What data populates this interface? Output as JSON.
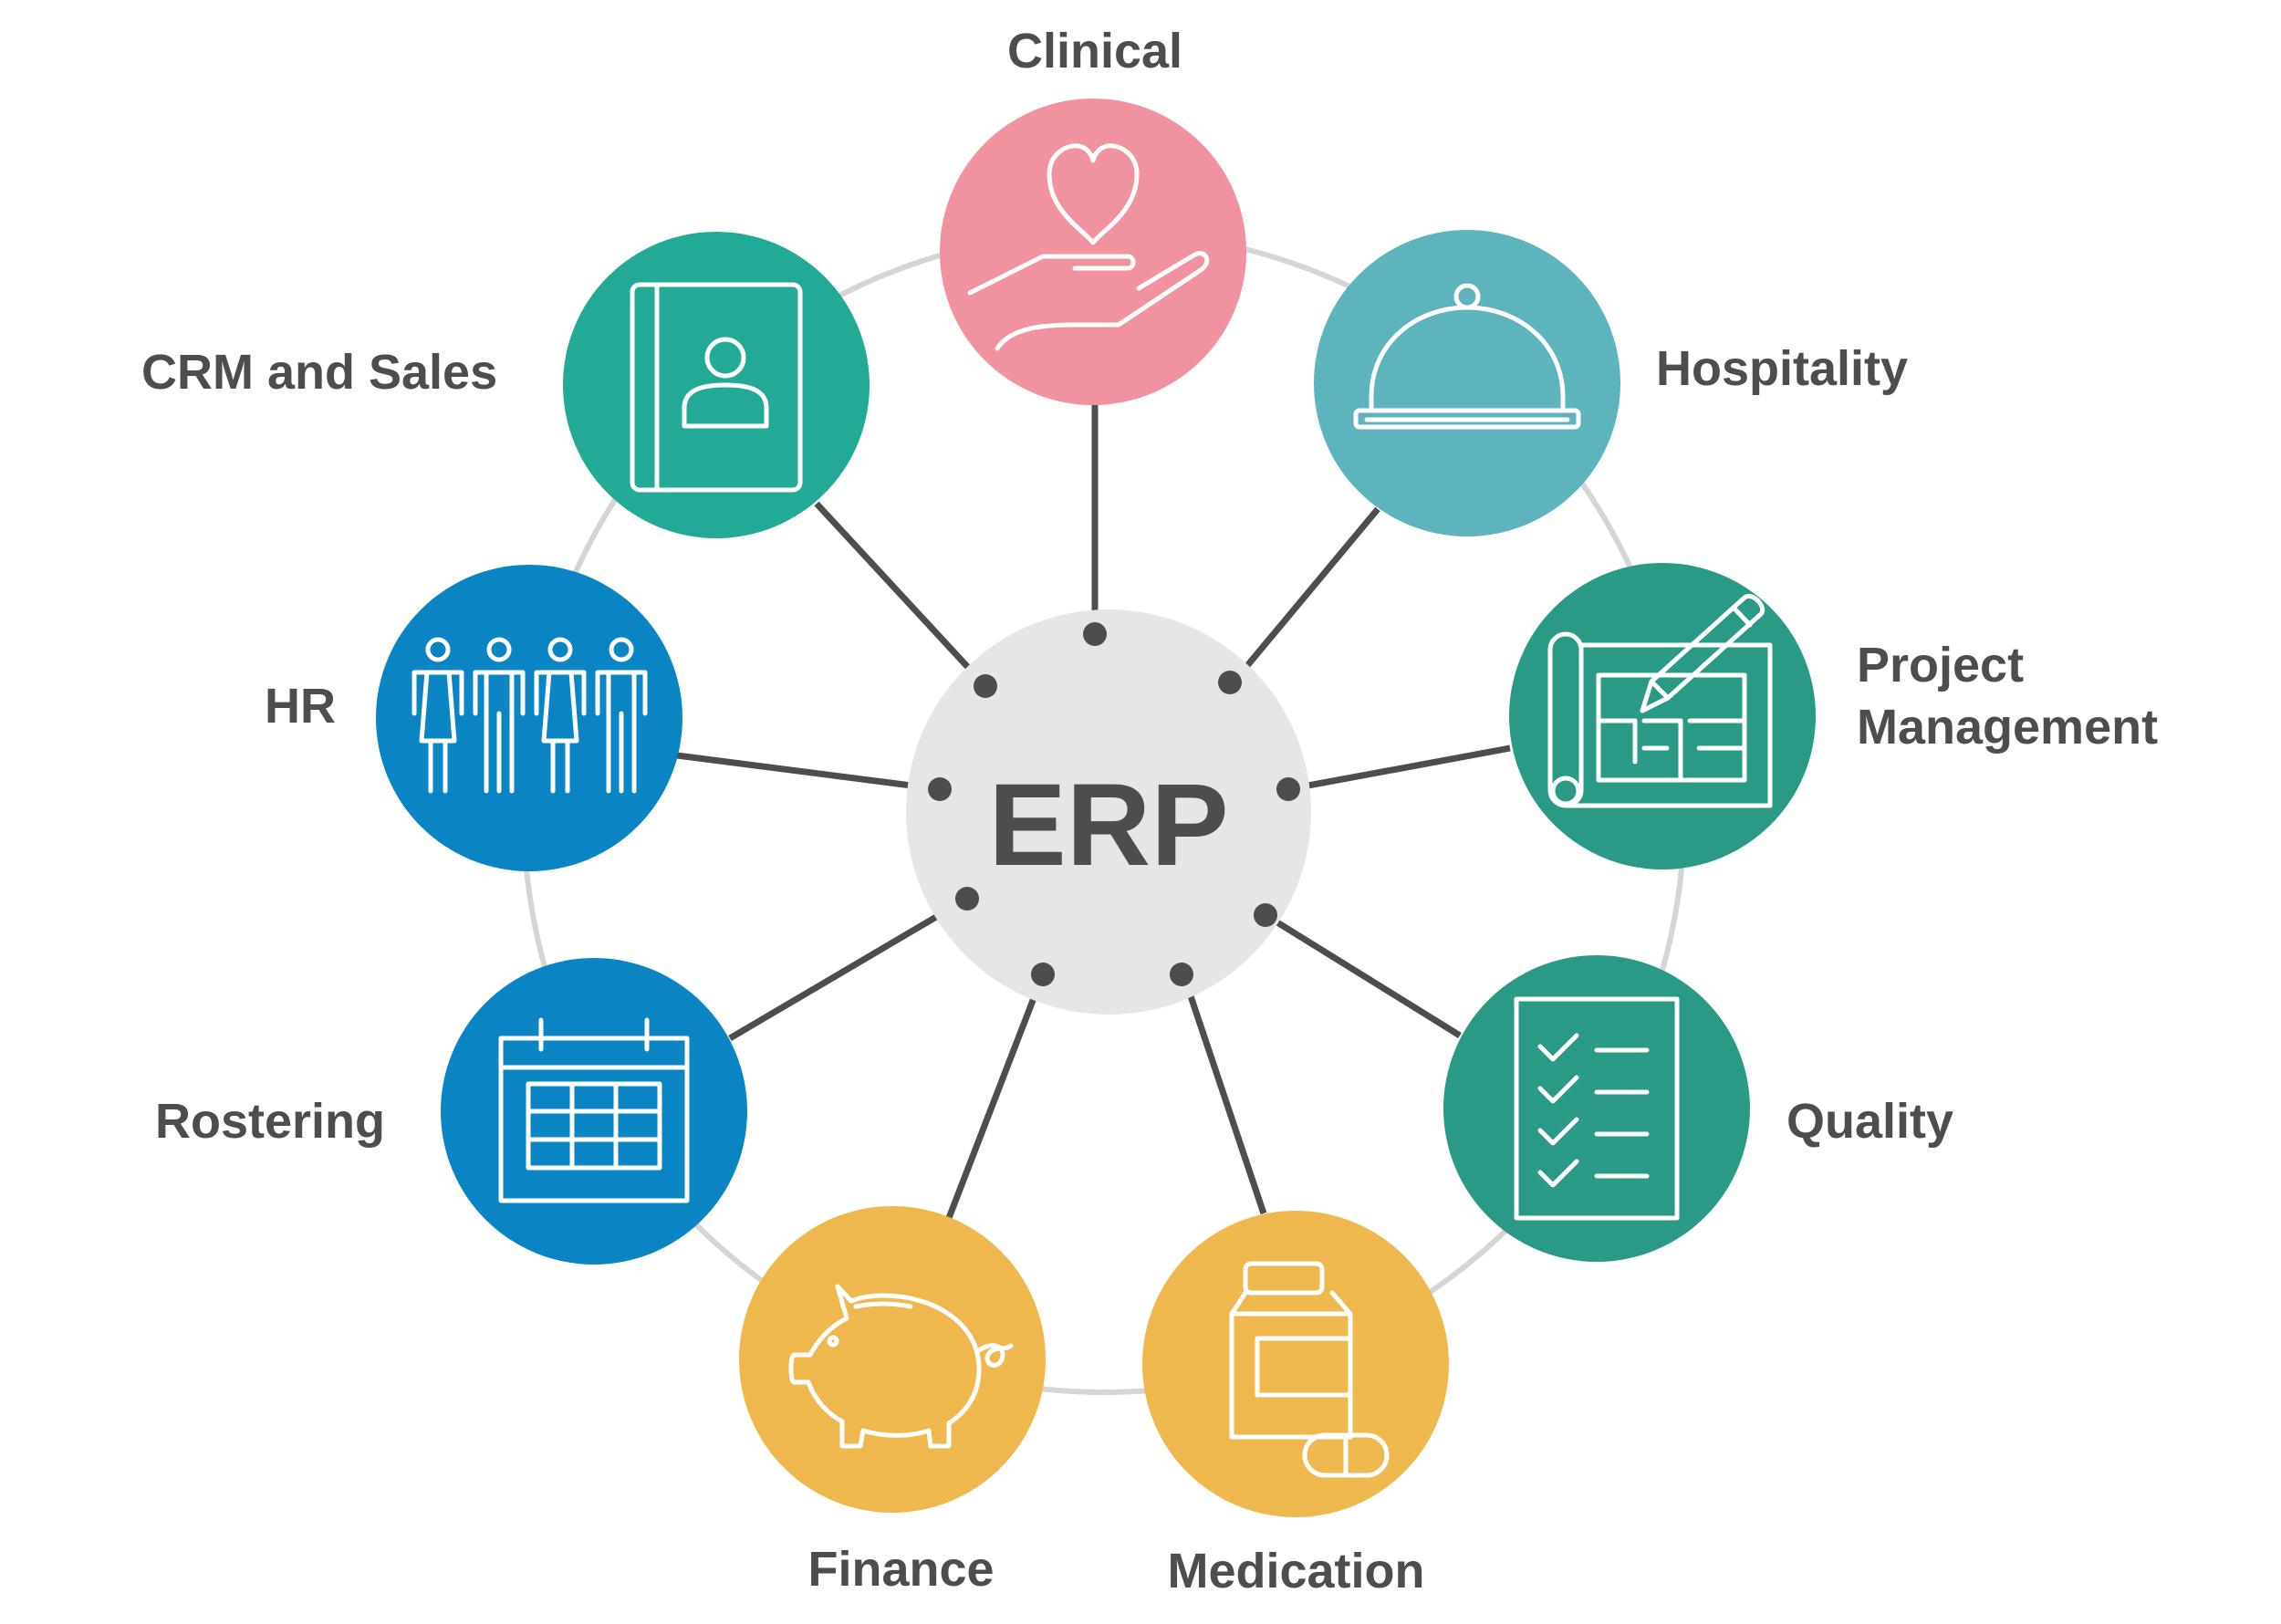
{
  "center": {
    "label": "ERP",
    "color": "#e6e6e6"
  },
  "colors": {
    "ring": "#d5d5d5",
    "connector": "#4d4d4d",
    "icon_stroke": "#ffffff"
  },
  "modules": [
    {
      "id": "clinical",
      "label": "Clinical",
      "color": "#f0929f",
      "icon": "heart-in-hand-icon"
    },
    {
      "id": "hospitality",
      "label": "Hospitality",
      "color": "#5db4bd",
      "icon": "cloche-icon"
    },
    {
      "id": "project-management",
      "label": "Project Management",
      "color": "#2a9a86",
      "icon": "blueprint-pencil-icon"
    },
    {
      "id": "quality",
      "label": "Quality",
      "color": "#2a9a86",
      "icon": "checklist-icon"
    },
    {
      "id": "medication",
      "label": "Medication",
      "color": "#efb84e",
      "icon": "medicine-bottle-icon"
    },
    {
      "id": "finance",
      "label": "Finance",
      "color": "#efb84e",
      "icon": "piggy-bank-icon"
    },
    {
      "id": "rostering",
      "label": "Rostering",
      "color": "#0a84c3",
      "icon": "calendar-icon"
    },
    {
      "id": "hr",
      "label": "HR",
      "color": "#0a84c3",
      "icon": "people-icon"
    },
    {
      "id": "crm-and-sales",
      "label": "CRM and Sales",
      "color": "#23aa96",
      "icon": "contact-book-icon"
    }
  ]
}
